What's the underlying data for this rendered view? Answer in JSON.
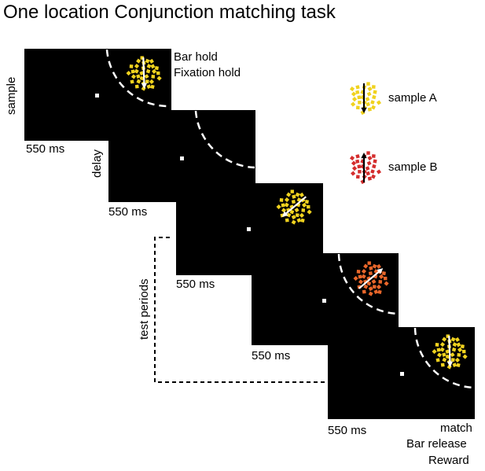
{
  "title": "One location Conjunction matching task",
  "labels": {
    "sample": "sample",
    "delay": "delay",
    "test_periods": "test periods",
    "bar_hold": "Bar hold",
    "fixation_hold": "Fixation hold",
    "match": "match",
    "bar_release": "Bar release",
    "reward": "Reward"
  },
  "durations": [
    "550 ms",
    "550 ms",
    "550 ms",
    "550 ms",
    "550 ms"
  ],
  "legend": {
    "sample_a": "sample A",
    "sample_b": "sample B"
  },
  "colors": {
    "yellow": "#f0d21e",
    "orange": "#e8662a",
    "red": "#d42d2d",
    "panel": "#000000",
    "fixation": "#ffffff"
  },
  "panels": [
    {
      "stimulus": "yellow",
      "direction": "down"
    },
    {
      "stimulus": "none",
      "direction": "none"
    },
    {
      "stimulus": "yellow",
      "direction": "down-left"
    },
    {
      "stimulus": "orange",
      "direction": "up-right"
    },
    {
      "stimulus": "yellow",
      "direction": "down"
    }
  ]
}
